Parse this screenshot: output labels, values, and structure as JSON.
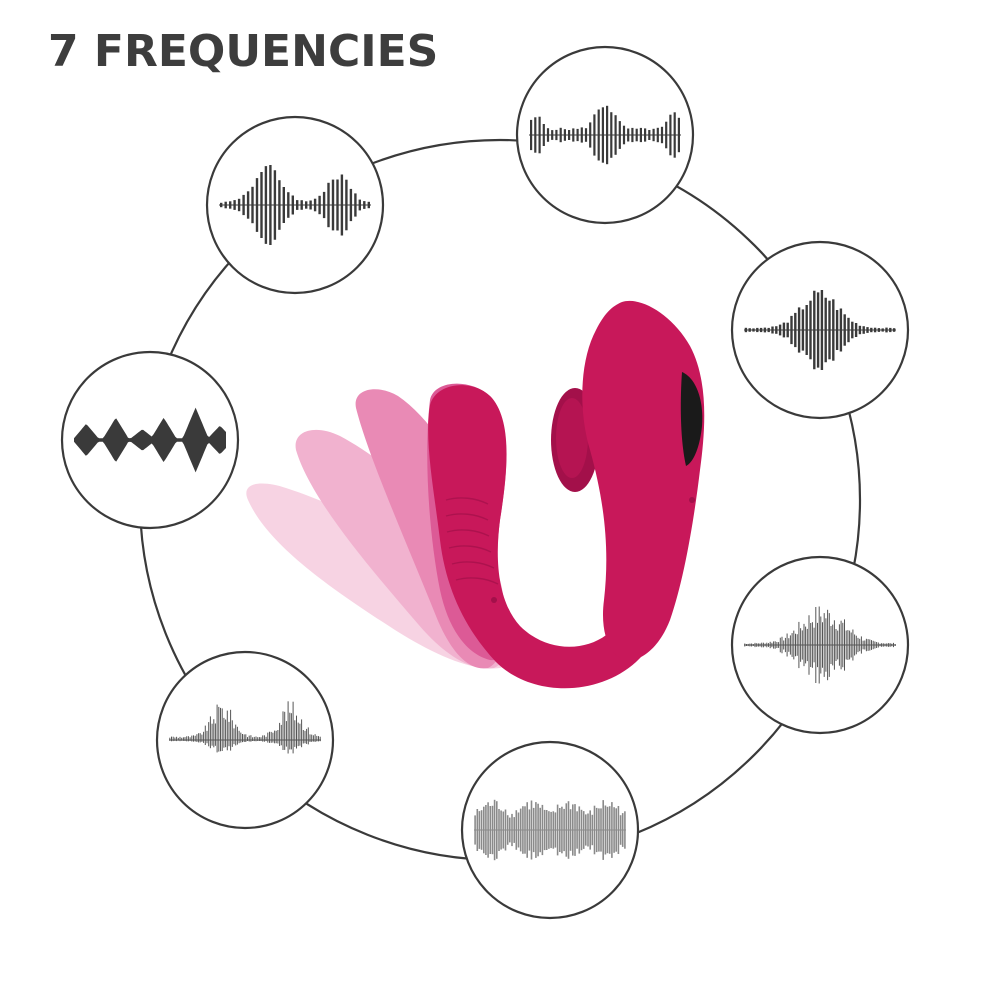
{
  "title": "7 FREQUENCIES",
  "colors": {
    "ring": "#3a3a3a",
    "title_text": "#3d3d3d",
    "product_primary": "#c8185a",
    "product_shadow": "#a3104a",
    "ghost_1": "#dc5a96",
    "ghost_2": "#e98ab5",
    "ghost_3": "#f1b2cf",
    "ghost_4": "#f7d3e3",
    "waveform_dark": "#3a3a3a",
    "waveform_mid": "#555555",
    "waveform_light": "#8a8a8a"
  },
  "frequency_modes": [
    {
      "id": "mode-1",
      "pattern": "pulsing-bursts-icon"
    },
    {
      "id": "mode-2",
      "pattern": "steady-wave-icon"
    },
    {
      "id": "mode-3",
      "pattern": "crescendo-wave-icon"
    },
    {
      "id": "mode-4",
      "pattern": "symmetric-spike-icon"
    },
    {
      "id": "mode-5",
      "pattern": "dense-wave-icon"
    },
    {
      "id": "mode-6",
      "pattern": "rhythmic-wave-icon"
    },
    {
      "id": "mode-7",
      "pattern": "diamond-pulse-icon"
    }
  ]
}
